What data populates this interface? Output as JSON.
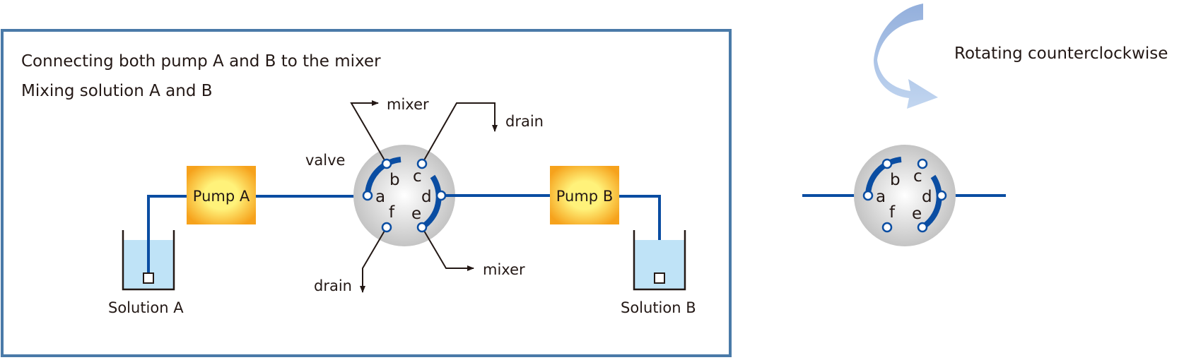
{
  "panel": {
    "title_line1": "Connecting both pump A and B to the mixer",
    "title_line2": "Mixing solution A and B"
  },
  "labels": {
    "valve": "valve",
    "pump_a": "Pump A",
    "pump_b": "Pump B",
    "solution_a": "Solution A",
    "solution_b": "Solution B",
    "mixer_top": "mixer",
    "mixer_bottom": "mixer",
    "drain_top": "drain",
    "drain_bottom": "drain",
    "rotation": "Rotating counterclockwise"
  },
  "ports": [
    "a",
    "b",
    "c",
    "d",
    "e",
    "f"
  ],
  "colors": {
    "frame": "#4a7aa8",
    "tube": "#0a4da2",
    "liquid": "#bfe3f7",
    "pump_outer": "#f6a21c",
    "pump_inner": "#fff27a",
    "rotation_arrow": "#9bb7e0"
  }
}
